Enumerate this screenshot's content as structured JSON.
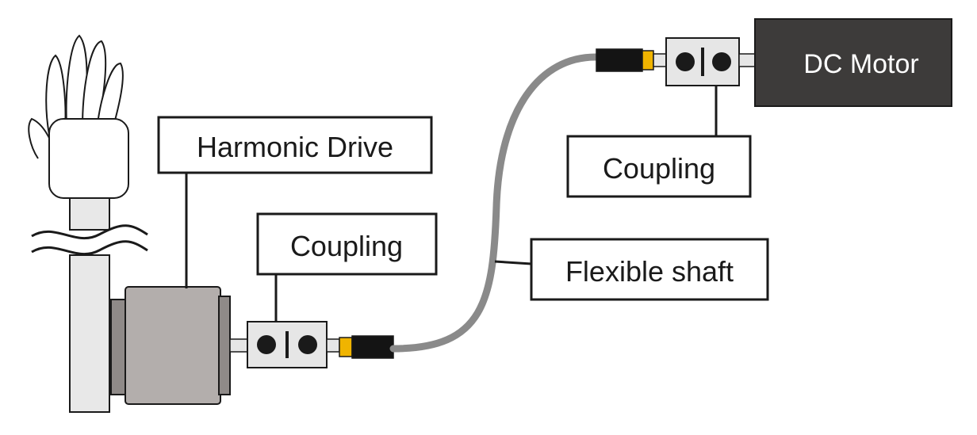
{
  "labels": {
    "harmonic_drive": "Harmonic Drive",
    "coupling_bottom": "Coupling",
    "coupling_top": "Coupling",
    "flexible_shaft": "Flexible shaft",
    "dc_motor": "DC Motor"
  },
  "colors": {
    "outline": "#1a1a1a",
    "motor_body": "#3d3b3a",
    "motor_text": "#ffffff",
    "drive_body": "#b3aeac",
    "drive_flange": "#8f8a88",
    "coupling_body": "#e6e6e6",
    "shaft_cable": "#8a8a8a",
    "connector_black": "#141414",
    "connector_orange": "#f0b400",
    "forearm": "#e8e8e8",
    "hand": "#ffffff"
  }
}
